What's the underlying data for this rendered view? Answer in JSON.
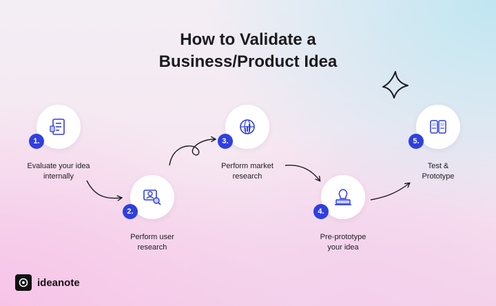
{
  "title": {
    "line1": "How to Validate a",
    "line2": "Business/Product Idea"
  },
  "steps": [
    {
      "number": "1.",
      "label": "Evaluate your idea\ninternally",
      "icon": "document-checklist-icon"
    },
    {
      "number": "2.",
      "label": "Perform user\nresearch",
      "icon": "user-search-icon"
    },
    {
      "number": "3.",
      "label": "Perform market\nresearch",
      "icon": "globe-chart-icon"
    },
    {
      "number": "4.",
      "label": "Pre-prototype\nyour idea",
      "icon": "lightbulb-laptop-icon"
    },
    {
      "number": "5.",
      "label": "Test &\nPrototype",
      "icon": "mobile-prototype-icon"
    }
  ],
  "brand": {
    "name": "ideanote",
    "icon": "ideanote-logo-icon"
  },
  "colors": {
    "accent": "#2f3fe0",
    "text": "#1b1b1f",
    "icon_stroke": "#2f3fe0"
  }
}
